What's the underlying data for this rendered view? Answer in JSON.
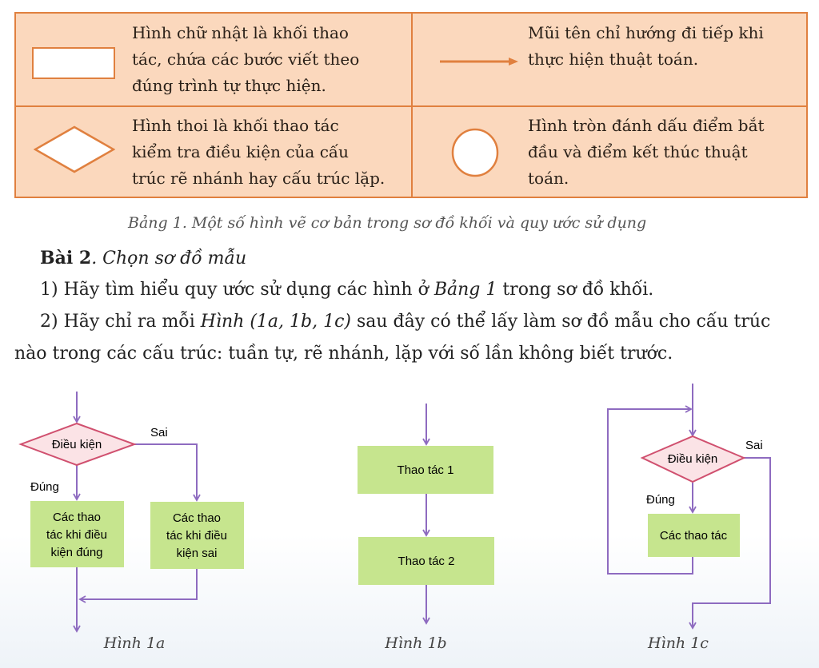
{
  "table": {
    "rect_desc": [
      "Hình chữ nhật là khối thao",
      "tác, chứa các bước viết theo",
      "đúng trình tự thực hiện."
    ],
    "arrow_desc": [
      "Mũi tên chỉ hướng đi tiếp khi",
      "thực hiện thuật toán."
    ],
    "diamond_desc": [
      "Hình thoi là khối thao tác",
      "kiểm tra điều kiện của cấu",
      "trúc rẽ nhánh hay cấu trúc lặp."
    ],
    "circle_desc": [
      "Hình tròn đánh dấu điểm bắt",
      "đầu và điểm kết thúc thuật",
      "toán."
    ],
    "caption": "Bảng 1. Một số hình vẽ cơ bản trong sơ đồ khối và quy ước sử dụng"
  },
  "exercise": {
    "title_bold": "Bài 2",
    "title_rest": ". Chọn sơ đồ mẫu",
    "q1_pre": "1) Hãy tìm hiểu quy ước sử dụng các hình ở ",
    "q1_ref": "Bảng 1",
    "q1_post": " trong sơ đồ khối.",
    "q2_pre": "2) Hãy chỉ ra mỗi ",
    "q2_ref": "Hình (1a, 1b, 1c)",
    "q2_post": " sau đây có thể lấy làm sơ đồ mẫu cho cấu trúc",
    "q2_line2": "nào trong các cấu trúc: tuần tự, rẽ nhánh, lặp với số lần không biết trước."
  },
  "fig1a": {
    "condition": "Điều kiện",
    "false": "Sai",
    "true": "Đúng",
    "box_true": [
      "Các thao",
      "tác khi điều",
      "kiện đúng"
    ],
    "box_false": [
      "Các thao",
      "tác khi điều",
      "kiện sai"
    ],
    "caption": "Hình 1a"
  },
  "fig1b": {
    "step1": "Thao tác 1",
    "step2": "Thao tác 2",
    "caption": "Hình 1b"
  },
  "fig1c": {
    "condition": "Điều kiện",
    "false": "Sai",
    "true": "Đúng",
    "box": "Các thao tác",
    "caption": "Hình 1c"
  },
  "colors": {
    "table_fill": "#fbd8bd",
    "table_border": "#e0803f",
    "flow_line": "#8e6bc0",
    "box_fill": "#c6e58e",
    "diamond_fill": "#fbe3e6",
    "diamond_border": "#d0506f"
  }
}
